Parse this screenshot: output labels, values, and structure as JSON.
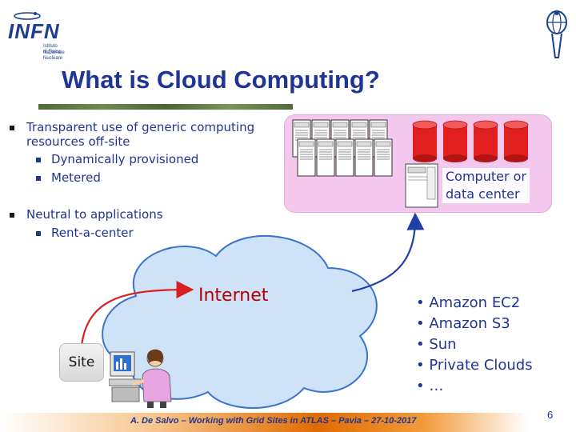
{
  "logo": {
    "name": "INFN",
    "subtitle_line1": "Istituto Nazionale",
    "subtitle_line2": "di Fisica Nucleare"
  },
  "title": "What is Cloud Computing?",
  "bullets": [
    {
      "lines": [
        "Transparent use of generic computing",
        "resources off-site"
      ],
      "subitems": [
        "Dynamically provisioned",
        "Metered"
      ]
    },
    {
      "lines": [
        "Neutral to applications"
      ],
      "subitems": [
        "Rent-a-center"
      ]
    }
  ],
  "datacenter_label_line1": "Computer or",
  "datacenter_label_line2": "data center",
  "cloud_label": "Internet",
  "site_label": "Site",
  "providers": [
    "Amazon EC2",
    "Amazon S3",
    "Sun",
    "Private Clouds",
    "…"
  ],
  "footer": "A. De Salvo –  Working with Grid Sites in ATLAS – Pavia – 27-10-2017",
  "page_number": "6",
  "colors": {
    "title": "#1f3594",
    "cloud_fill": "#cfe3f8",
    "cloud_stroke": "#3a73c9",
    "datacenter_fill": "#f4c7ef",
    "disk": "#e11f1f",
    "arrow_site": "#d81f1f",
    "arrow_dc": "#1f3fa8",
    "footer_bar": "#e06b00"
  }
}
